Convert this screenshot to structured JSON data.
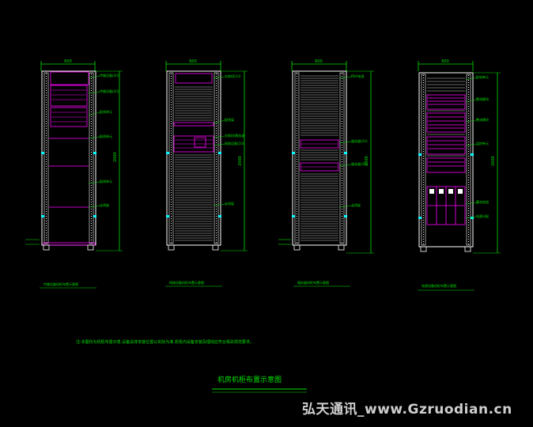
{
  "drawing": {
    "title": "机房机柜布置示意图",
    "note": "注:本图仅为机柜布置示意,设备具体安装位置以实际为准,机柜内设备安装及理线应符合相关规范要求。",
    "watermark": "弘天通讯_www.Gzruodian.cn"
  },
  "colors": {
    "background": "#000000",
    "frame": "#ffffff",
    "equipment": "#ff00ff",
    "dimension": "#00e000",
    "marker": "#00ffff"
  },
  "cabinets": [
    {
      "id": "cab-1",
      "top_dim": "600",
      "height_dim": "2000",
      "caption": "传输设备机柜布置示意图",
      "labels": [
        "传输设备(2U)",
        "传输设备(2U)",
        "配线单元",
        "配线单元",
        "配线单元",
        "走线架"
      ]
    },
    {
      "id": "cab-2",
      "top_dim": "600",
      "height_dim": "2000",
      "caption": "网络设备机柜布置示意图",
      "labels": [
        "交换机(1U)",
        "配线架",
        "交换机/服务器",
        "网络设备(2U)",
        "走线架"
      ]
    },
    {
      "id": "cab-3",
      "top_dim": "600",
      "height_dim": "2000",
      "caption": "服务器机柜布置示意图",
      "labels": [
        "PDU电源",
        "服务器(2U)",
        "服务器(2U)",
        "走线架"
      ]
    },
    {
      "id": "cab-4",
      "top_dim": "600",
      "height_dim": "2000",
      "caption": "电源设备机柜布置示意图",
      "labels": [
        "配电单元",
        "整流模块",
        "整流模块",
        "监控单元",
        "蓄电池组",
        "电源分配"
      ]
    }
  ]
}
